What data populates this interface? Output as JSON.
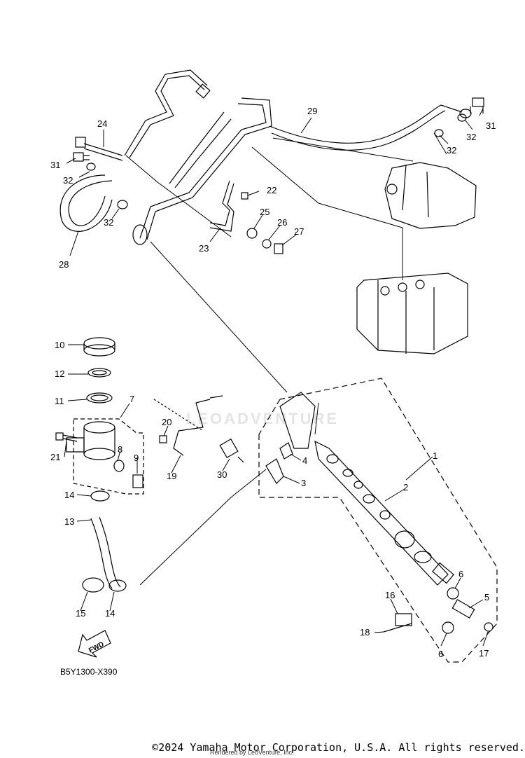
{
  "diagram": {
    "code": "B5Y1300-X390",
    "fwd_label": "FWD",
    "callouts": [
      "1",
      "2",
      "3",
      "4",
      "5",
      "6",
      "6",
      "7",
      "8",
      "9",
      "10",
      "11",
      "12",
      "13",
      "14",
      "14",
      "15",
      "16",
      "17",
      "18",
      "19",
      "20",
      "21",
      "22",
      "23",
      "24",
      "25",
      "26",
      "27",
      "28",
      "29",
      "30",
      "31",
      "31",
      "32",
      "32",
      "32",
      "32"
    ]
  },
  "footer": {
    "copyright": "©2024 Yamaha Motor Corporation, U.S.A. All rights reserved.",
    "rendered_by": "Rendered by LeoVenture, Inc."
  },
  "watermark": {
    "text": "LEOADVENTURE"
  }
}
